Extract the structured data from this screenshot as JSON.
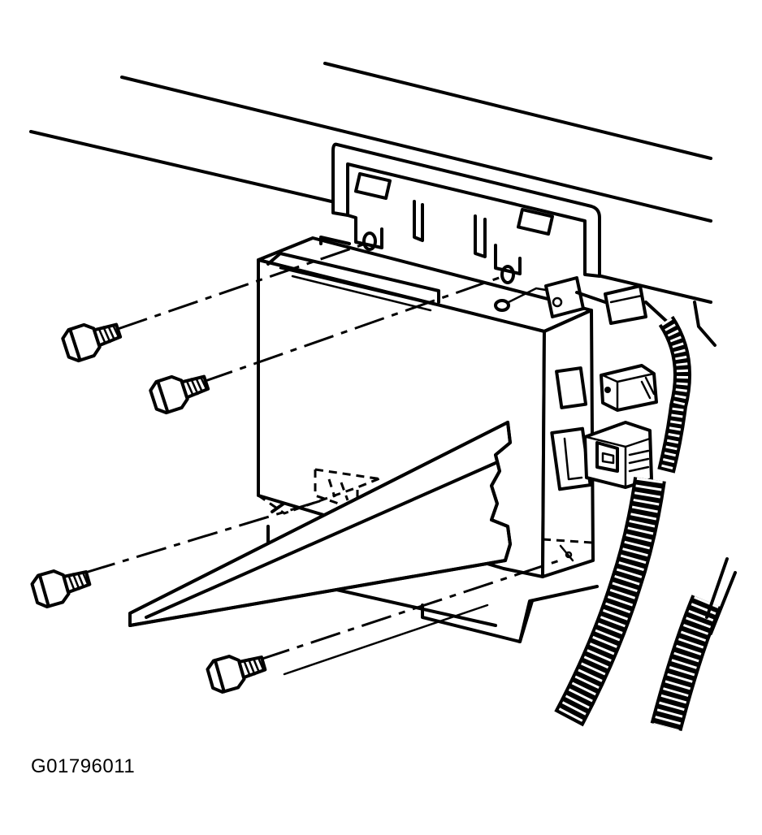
{
  "figure": {
    "code": "G01796011",
    "ink_color": "#000000",
    "paper_color": "#ffffff"
  },
  "parts": [
    {
      "name": "control-module",
      "icon": "module-box"
    },
    {
      "name": "mounting-bracket",
      "icon": "bracket"
    },
    {
      "name": "bolt",
      "count": 4,
      "icon": "bolt-icon"
    },
    {
      "name": "electrical-connector",
      "count": 3,
      "icon": "connector-icon"
    },
    {
      "name": "wiring-harness",
      "icon": "harness-icon"
    }
  ]
}
